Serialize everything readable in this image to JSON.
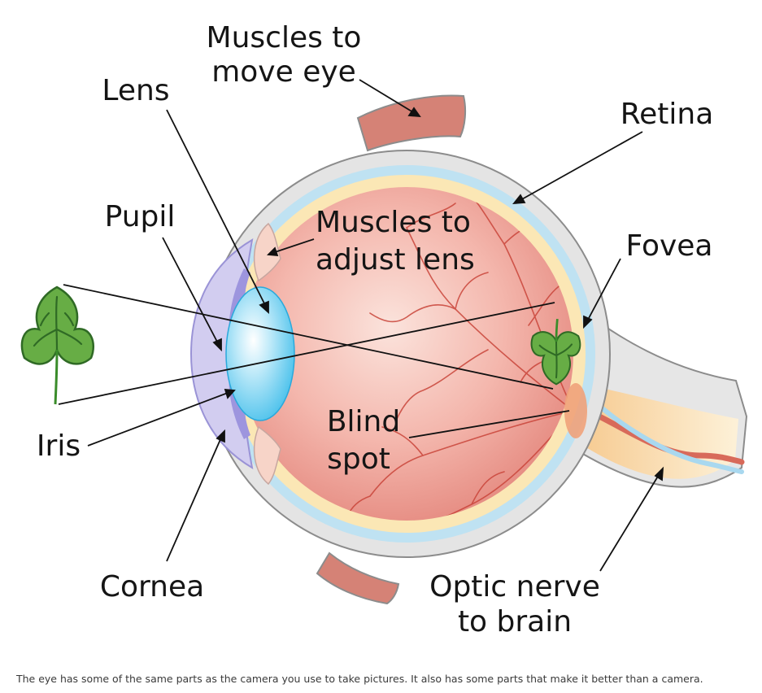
{
  "labels": {
    "muscles_move_eye": [
      "Muscles to",
      "move eye"
    ],
    "lens": "Lens",
    "retina": "Retina",
    "pupil": "Pupil",
    "muscles_adjust_lens": [
      "Muscles to",
      "adjust lens"
    ],
    "fovea": "Fovea",
    "iris": "Iris",
    "blind_spot": [
      "Blind",
      "spot"
    ],
    "cornea": "Cornea",
    "optic_nerve": [
      "Optic nerve",
      "to brain"
    ]
  },
  "caption": "The eye has some of the same parts as the camera you use to take pictures. It also has some parts that make it better than a camera.",
  "colors": {
    "sclera": "#e4e4e4",
    "choroid": "#bfe2f2",
    "retina_layer": "#fbe7b5",
    "vitreous": "#ef9c92",
    "muscle": "#d58276",
    "lens": "#5cc8ee",
    "iris": "#b8b2e6",
    "leaf": "#67ad45",
    "leaf_dark": "#2f6a25",
    "vessel": "#c9453a",
    "optic_nerve": "#fbdcaa"
  }
}
